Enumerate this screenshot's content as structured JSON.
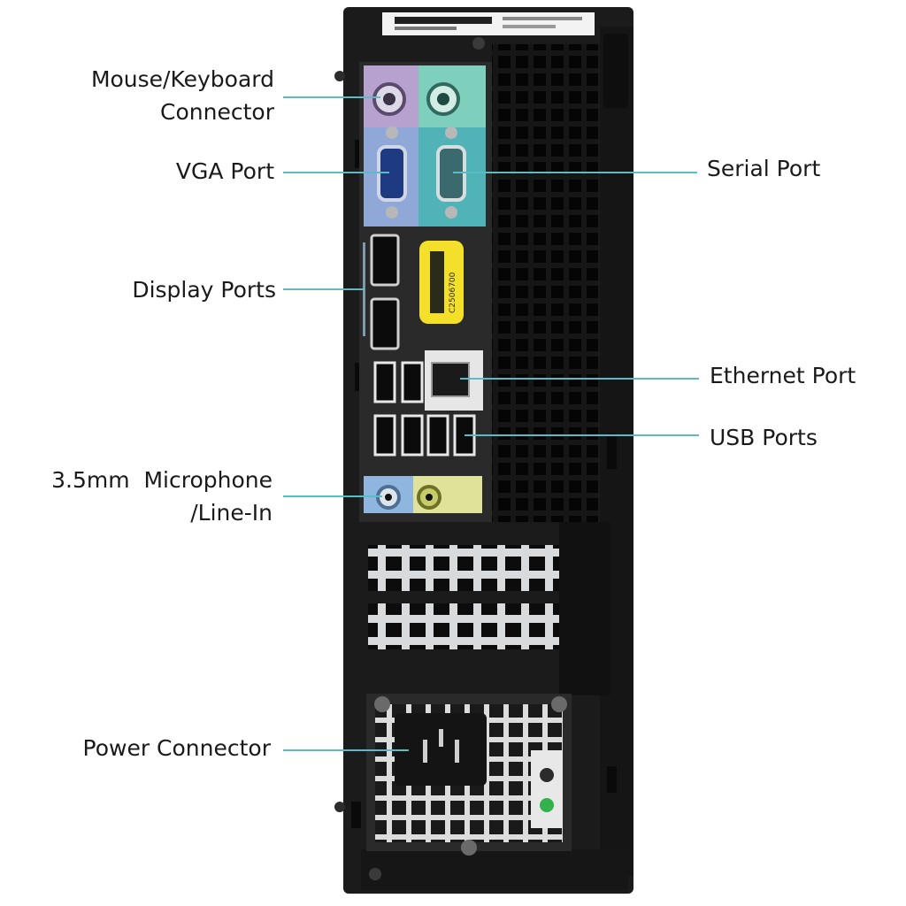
{
  "colors": {
    "leader": "#5bbcc6",
    "chassis": "#1b1b1c",
    "panel": "#2a2a2b",
    "ps2_purple": "#b7a2cf",
    "ps2_green": "#7fcfbd",
    "vga_blue": "#8fa8d8",
    "serial_teal": "#4fb3b8",
    "audio_blue": "#8fb6de",
    "audio_lime": "#dfe39a",
    "barcode_yellow": "#f4e02a"
  },
  "labels": {
    "mouse_keyboard": [
      "Mouse/Keyboard",
      "Connector"
    ],
    "vga": [
      "VGA Port"
    ],
    "display": [
      "Display Ports"
    ],
    "microphone": [
      "3.5mm  Microphone",
      "/Line-In"
    ],
    "power": [
      "Power Connector"
    ],
    "serial": [
      "Serial Port"
    ],
    "ethernet": [
      "Ethernet Port"
    ],
    "usb": [
      "USB Ports"
    ]
  },
  "sticker_code": "C2506700"
}
